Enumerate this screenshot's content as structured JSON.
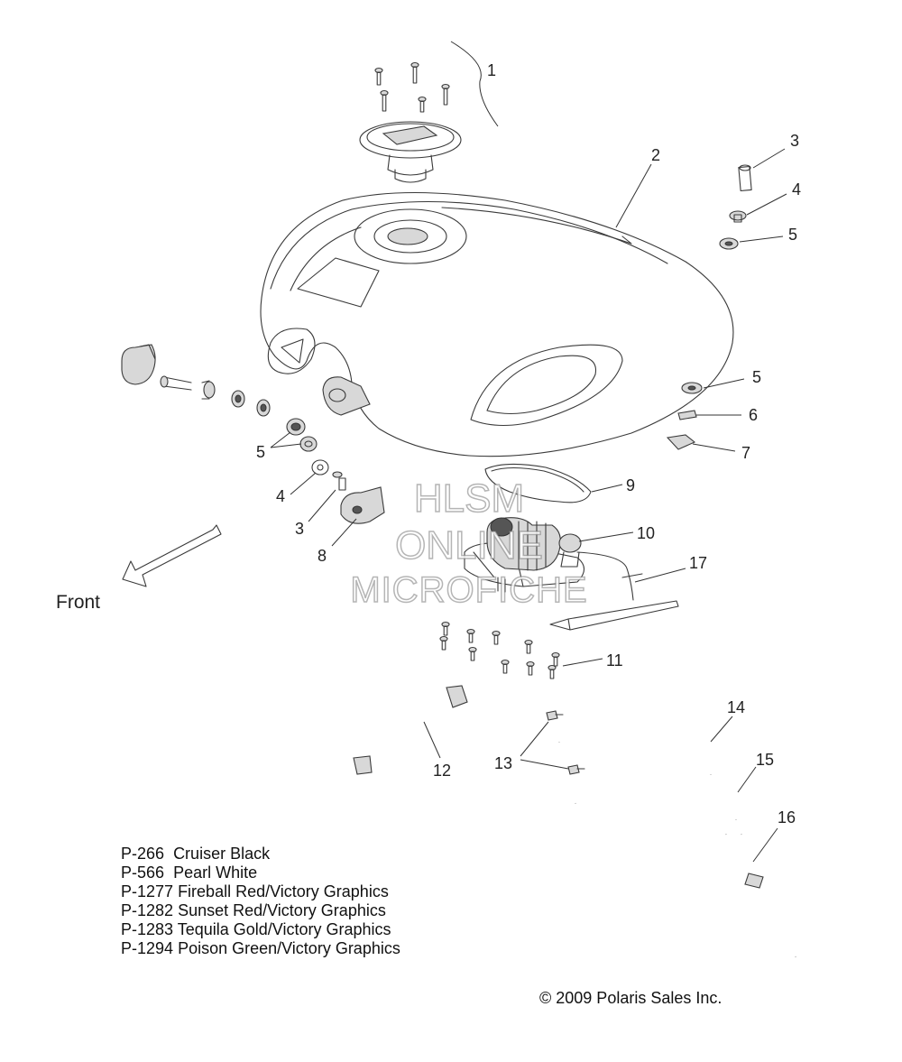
{
  "callouts": {
    "c1": "1",
    "c2": "2",
    "c3a": "3",
    "c3b": "3",
    "c4a": "4",
    "c4b": "4",
    "c5a": "5",
    "c5b": "5",
    "c5c": "5",
    "c6": "6",
    "c7": "7",
    "c8": "8",
    "c9": "9",
    "c10": "10",
    "c11": "11",
    "c12": "12",
    "c13": "13",
    "c14": "14",
    "c15": "15",
    "c16": "16",
    "c17": "17"
  },
  "front_label": "Front",
  "watermark": {
    "line1": "HLSM",
    "line2": "ONLINE",
    "line3": "MICROFICHE"
  },
  "legend": [
    {
      "code": "P-266",
      "name": "Cruiser Black"
    },
    {
      "code": "P-566",
      "name": "Pearl White"
    },
    {
      "code": "P-1277",
      "name": "Fireball Red/Victory Graphics"
    },
    {
      "code": "P-1282",
      "name": "Sunset Red/Victory Graphics"
    },
    {
      "code": "P-1283",
      "name": "Tequila Gold/Victory Graphics"
    },
    {
      "code": "P-1294",
      "name": "Poison Green/Victory Graphics"
    }
  ],
  "copyright": "© 2009 Polaris Sales Inc.",
  "colors": {
    "line": "#3a3a3a",
    "text": "#111111",
    "background": "#ffffff"
  }
}
